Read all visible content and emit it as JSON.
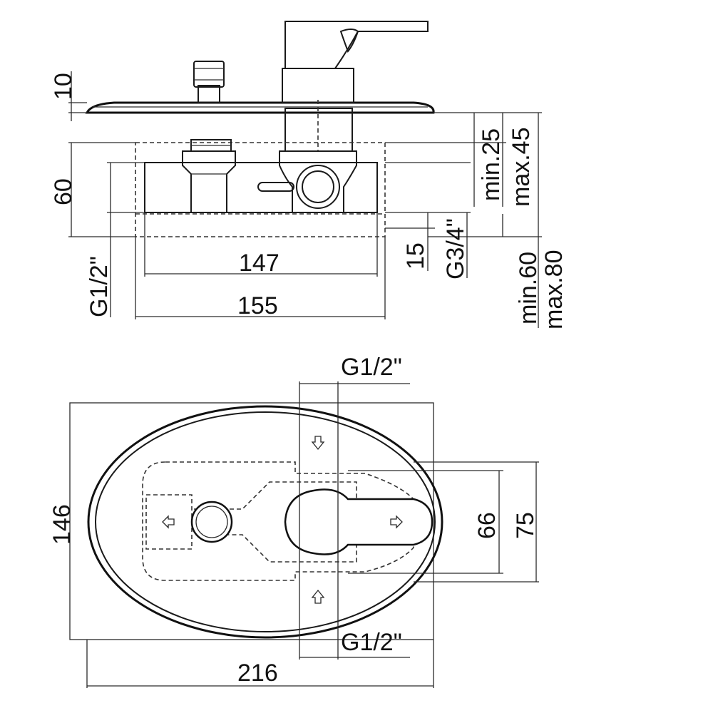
{
  "drawing": {
    "side_view": {
      "dim_plate_thickness": "10",
      "dim_body_height": "60",
      "dim_body_inner_width": "147",
      "dim_body_outer_width": "155",
      "dim_outlet_offset": "15",
      "dim_outlet_thread": "G3/4\"",
      "dim_inlet_thread": "G1/2\"",
      "dim_depth_small_min": "min.25",
      "dim_depth_small_max": "max.45",
      "dim_depth_large_min": "min.60",
      "dim_depth_large_max": "max.80"
    },
    "front_view": {
      "dim_top_thread": "G1/2\"",
      "dim_bottom_thread": "G1/2\"",
      "dim_plate_height": "146",
      "dim_plate_width": "216",
      "dim_handle_inner": "66",
      "dim_handle_outer": "75"
    }
  }
}
